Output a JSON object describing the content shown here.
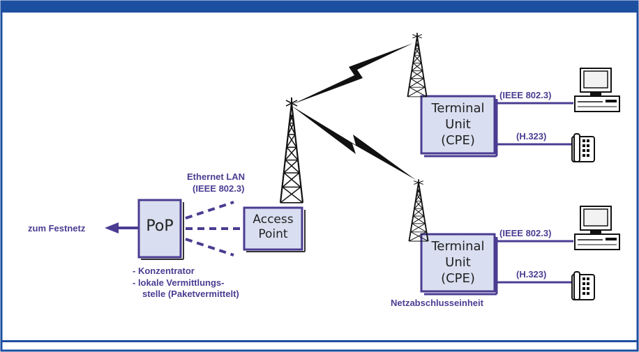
{
  "colors": {
    "frame_blue": "#1d4fa0",
    "purple": "#4b3c92",
    "box_fill": "#d9dff0",
    "box_border": "#4b3c92",
    "dark": "#1a1a1a"
  },
  "labels": {
    "zum_festnetz": "zum Festnetz",
    "pop": "PoP",
    "konzentrator": "- Konzentrator",
    "lokale_line1": "- lokale Vermittlungs-",
    "lokale_line2": "stelle (Paketvermittelt)",
    "ethernet_line1": "Ethernet LAN",
    "ethernet_line2": "(IEEE 802.3)",
    "access_line1": "Access",
    "access_line2": "Point",
    "terminal_line1": "Terminal",
    "terminal_line2": "Unit",
    "terminal_line3": "(CPE)",
    "ieee_top": "(IEEE 802.3)",
    "h323_top": "(H.323)",
    "ieee_bottom": "(IEEE 802.3)",
    "h323_bottom": "(H.323)",
    "netzabschluss": "Netzabschlusseinheit"
  },
  "icons": {
    "tower": "radio-tower-icon",
    "computer": "desktop-computer-icon",
    "phone": "telephone-icon",
    "bolt": "wireless-link-icon"
  }
}
